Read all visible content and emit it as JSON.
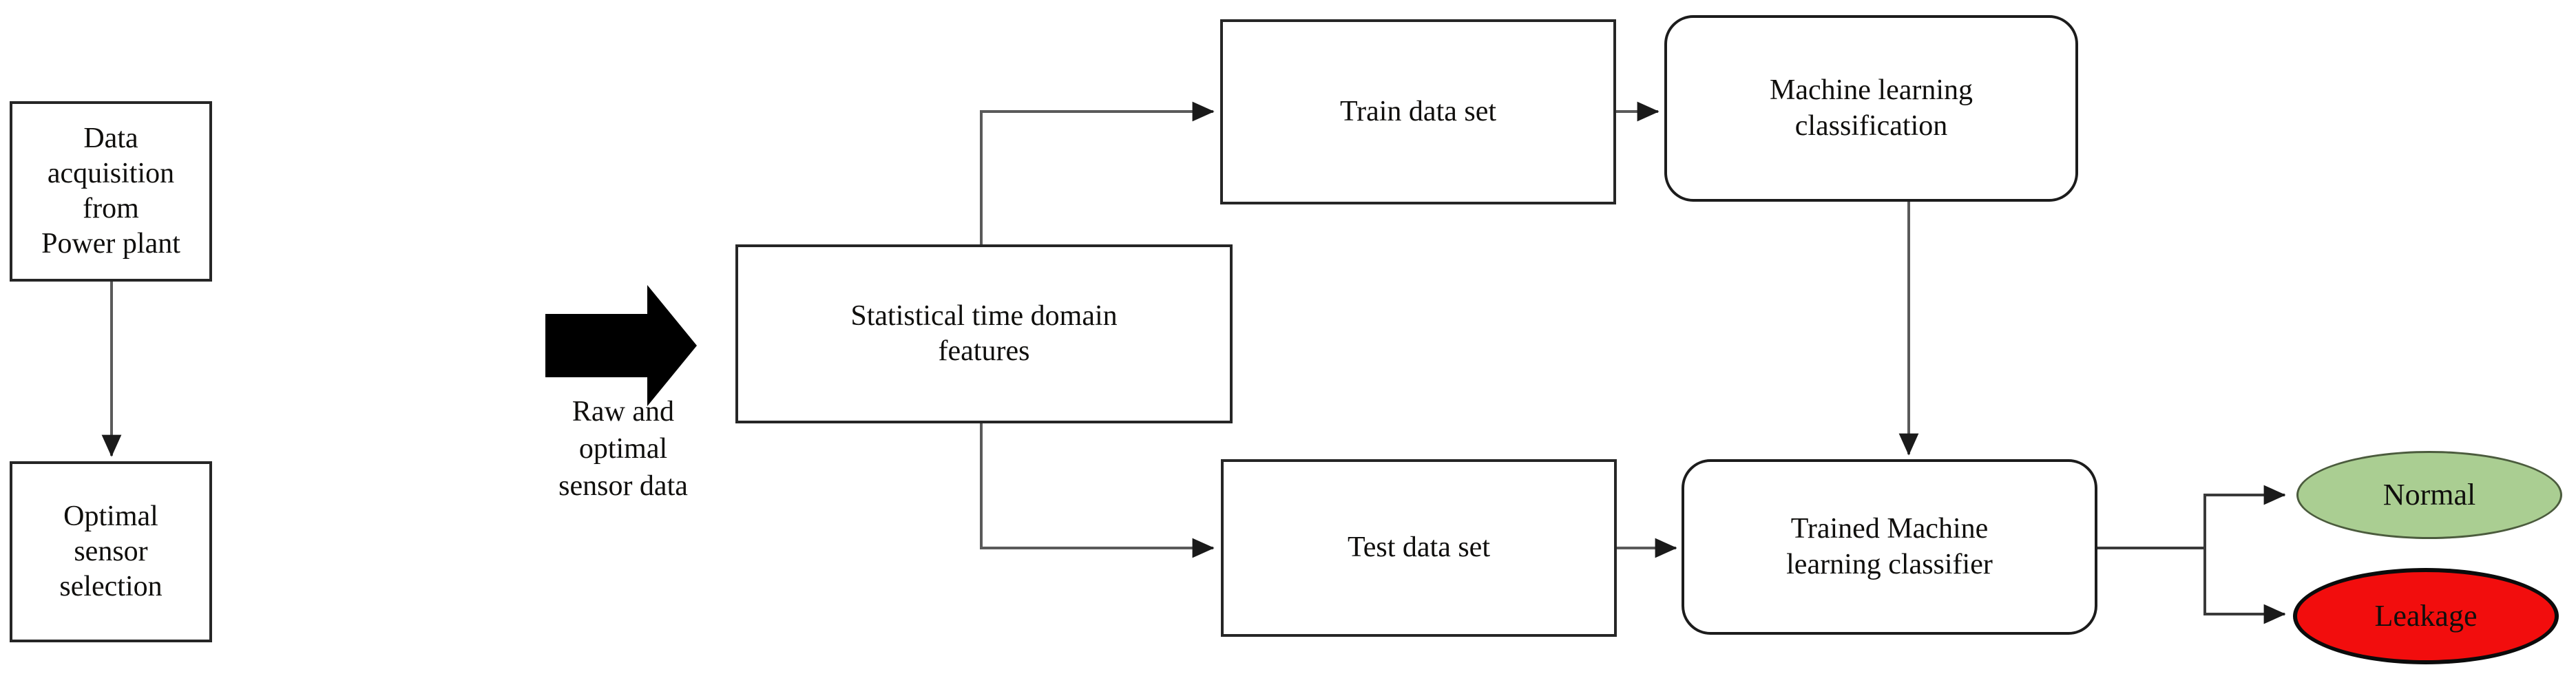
{
  "diagram": {
    "title": "Machine learning based leakage detection workflow",
    "type": "flowchart",
    "background_color": "#ffffff",
    "line_color": "#3a3a3a",
    "text_color": "#100f0d"
  },
  "nodes": {
    "data_acquisition": {
      "label": "Data acquisition from\nPower plant",
      "shape": "rectangle",
      "fill": "#ffffff",
      "border_color": "#262626"
    },
    "optimal_sensor": {
      "label": "Optimal  sensor selection",
      "shape": "rectangle",
      "fill": "#ffffff",
      "border_color": "#262626"
    },
    "statistical_features": {
      "label": "Statistical time domain\nfeatures",
      "shape": "rectangle",
      "fill": "#ffffff",
      "border_color": "#262626"
    },
    "train_data_set": {
      "label": "Train data set",
      "shape": "rectangle",
      "fill": "#ffffff",
      "border_color": "#262626"
    },
    "test_data_set": {
      "label": "Test data set",
      "shape": "rectangle",
      "fill": "#ffffff",
      "border_color": "#262626"
    },
    "ml_classification": {
      "label": "Machine learning\nclassification",
      "shape": "rounded-rectangle",
      "fill": "#ffffff",
      "border_color": "#1c1c1c"
    },
    "trained_ml_classifier": {
      "label": "Trained Machine\nlearning classifier",
      "shape": "rounded-rectangle",
      "fill": "#ffffff",
      "border_color": "#1c1c1c"
    },
    "normal_outcome": {
      "label": "Normal",
      "shape": "ellipse",
      "fill": "#aace92",
      "border_color": "#4b5b3d"
    },
    "leakage_outcome": {
      "label": "Leakage",
      "shape": "ellipse",
      "fill": "#f20d0d",
      "border_color": "#0b0b0b"
    }
  },
  "edges": {
    "acquisition_to_sensor": {
      "label": ""
    },
    "sensor_to_features": {
      "label": "Raw and\noptimal\nsensor data",
      "marker": "block-arrow-right"
    },
    "features_to_train": {
      "label": ""
    },
    "features_to_test": {
      "label": ""
    },
    "train_to_ml": {
      "label": ""
    },
    "ml_to_trained": {
      "label": ""
    },
    "test_to_trained": {
      "label": ""
    },
    "trained_to_normal": {
      "label": ""
    },
    "trained_to_leakage": {
      "label": ""
    }
  }
}
